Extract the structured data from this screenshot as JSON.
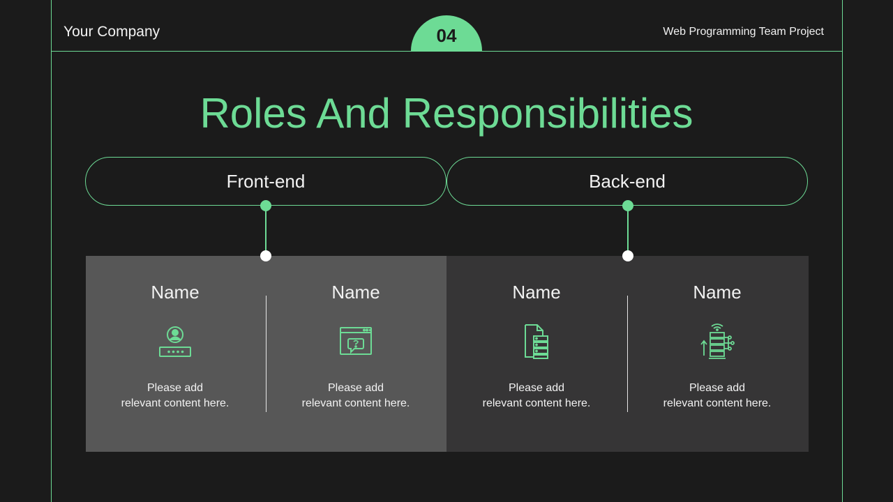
{
  "header": {
    "company": "Your Company",
    "page_number": "04",
    "project": "Web Programming Team Project"
  },
  "title": "Roles And Responsibilities",
  "groups": [
    {
      "label": "Front-end"
    },
    {
      "label": "Back-end"
    }
  ],
  "members": [
    {
      "name": "Name",
      "icon": "user-login-icon",
      "desc": "Please add\nrelevant content here."
    },
    {
      "name": "Name",
      "icon": "browser-help-icon",
      "desc": "Please add\nrelevant content here."
    },
    {
      "name": "Name",
      "icon": "database-file-icon",
      "desc": "Please add\nrelevant content here."
    },
    {
      "name": "Name",
      "icon": "server-network-icon",
      "desc": "Please add\nrelevant content here."
    }
  ],
  "colors": {
    "accent": "#6ddb95",
    "background": "#1b1b1b",
    "panel_front": "#575757",
    "panel_back": "#363536"
  }
}
